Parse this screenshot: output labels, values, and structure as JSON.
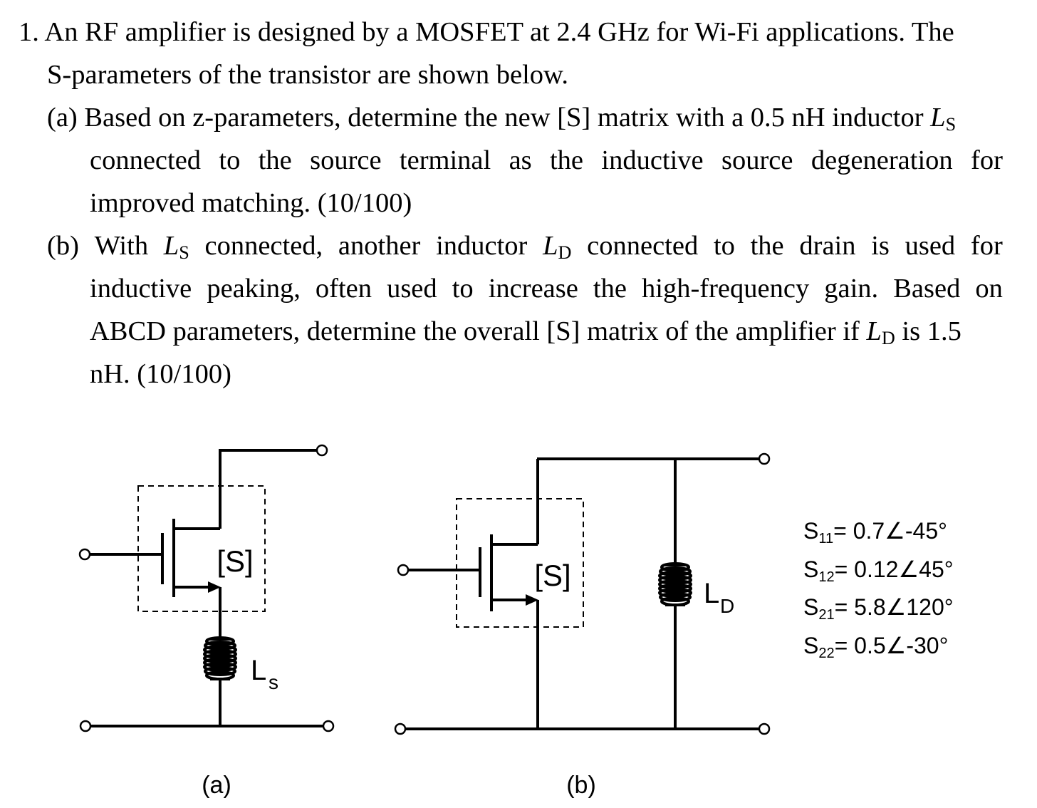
{
  "question": {
    "number": "1.",
    "intro_line1": "An RF amplifier is designed by a MOSFET at 2.4 GHz for Wi-Fi applications. The",
    "intro_line2": "S-parameters of the transistor are shown below.",
    "part_a": {
      "label": "(a)",
      "line1": "Based on z-parameters, determine the new [S] matrix with a 0.5 nH inductor ",
      "line2": [
        "connected",
        "to",
        "the",
        "source",
        "terminal",
        "as",
        "the",
        "inductive",
        "source",
        "degeneration",
        "for"
      ],
      "line3": "improved matching. (10/100)"
    },
    "part_b": {
      "label": "(b)",
      "line1_w1": "With",
      "line1_w2": "connected,",
      "line1_w3": "another",
      "line1_w4": "inductor",
      "line1_rest": [
        "connected",
        "to",
        "the",
        "drain",
        "is",
        "used",
        "for"
      ],
      "line2": [
        "inductive",
        "peaking,",
        "often",
        "used",
        "to",
        "increase",
        "the",
        "high-frequency",
        "gain.",
        "Based",
        "on"
      ],
      "line3_a": "ABCD parameters, determine the overall [S] matrix of the amplifier if ",
      "line3_b": " is 1.5",
      "line4": "nH. (10/100)"
    },
    "symbols": {
      "L": "L",
      "S": "S",
      "D": "D"
    }
  },
  "figure": {
    "block_label": "[S]",
    "ls_label": {
      "main": "L",
      "sub": "s"
    },
    "ld_label": {
      "main": "L",
      "sub": "D"
    },
    "caption_a": "(a)",
    "caption_b": "(b)"
  },
  "s_parameters": [
    {
      "name": "S",
      "sub": "11",
      "value": "= 0.7∠-45°"
    },
    {
      "name": "S",
      "sub": "12",
      "value": "= 0.12∠45°"
    },
    {
      "name": "S",
      "sub": "21",
      "value": "= 5.8∠120°"
    },
    {
      "name": "S",
      "sub": "22",
      "value": "= 0.5∠-30°"
    }
  ]
}
